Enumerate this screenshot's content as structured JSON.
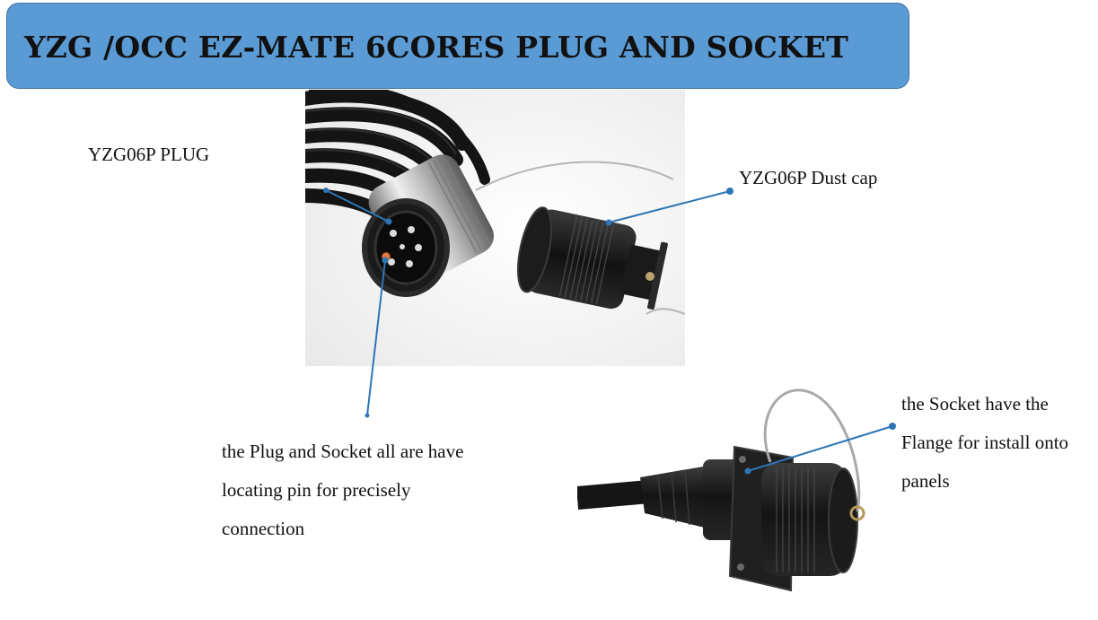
{
  "title": "YZG /OCC EZ-MATE 6CORES PLUG AND SOCKET",
  "labels": {
    "plug": "YZG06P    PLUG",
    "dust_cap": "YZG06P  Dust cap",
    "locating_pin": {
      "line1": "the Plug and Socket all are have",
      "line2": "locating pin for precisely",
      "line3": "connection"
    },
    "flange": {
      "line1": "the Socket have the",
      "line2": "Flange for install onto",
      "line3": "panels"
    }
  },
  "colors": {
    "banner": "#5b9bd5",
    "banner_border": "#41719c",
    "callout_line": "#2e75b6"
  }
}
